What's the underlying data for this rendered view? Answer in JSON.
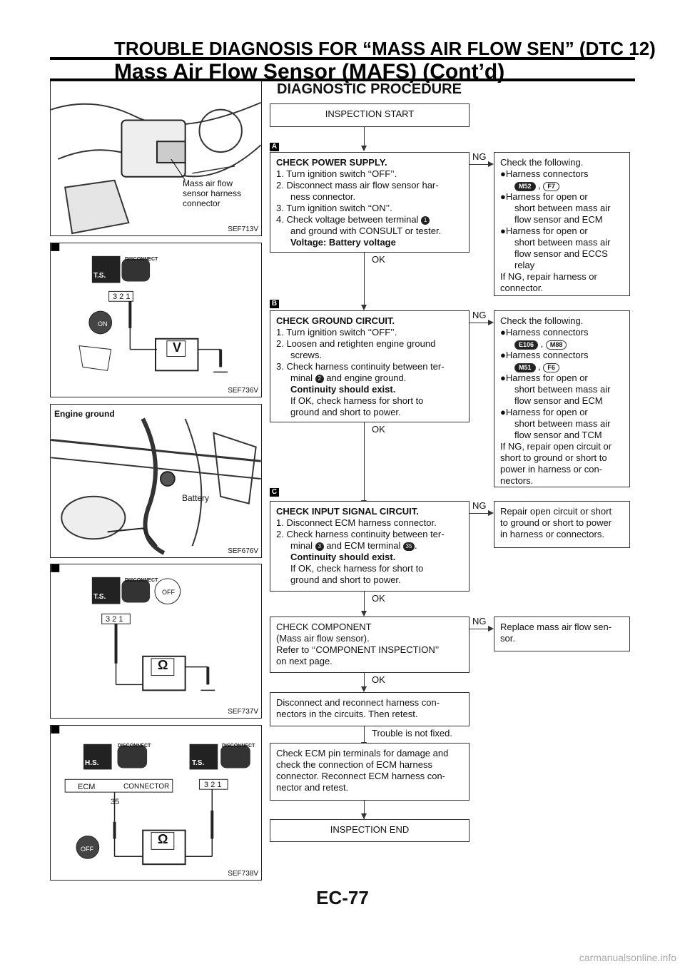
{
  "header": {
    "line1": "TROUBLE DIAGNOSIS FOR “MASS AIR FLOW SEN” (DTC 12)",
    "line2": "Mass Air Flow Sensor (MAFS) (Cont’d)"
  },
  "section_title": "DIAGNOSTIC PROCEDURE",
  "figures": {
    "f1": {
      "label": "SEF713V",
      "callout": [
        "Mass air flow",
        "sensor harness",
        "connector"
      ]
    },
    "f2": {
      "label": "SEF736V",
      "ts": "T.S.",
      "disconnect": "DISCONNECT",
      "pins": "3 2 1",
      "on": "ON",
      "meter": "V"
    },
    "f3": {
      "label": "SEF676V",
      "engine_ground": "Engine ground",
      "battery": "Battery"
    },
    "f4": {
      "label": "SEF737V",
      "ts": "T.S.",
      "disconnect": "DISCONNECT",
      "pins": "3 2 1",
      "off": "OFF",
      "meter": "Ω"
    },
    "f5": {
      "label": "SEF738V",
      "hs": "H.S.",
      "ts": "T.S.",
      "disconnect": "DISCONNECT",
      "ecm": "ECM",
      "connector": "CONNECTOR",
      "pin": "35",
      "pins": "3 2 1",
      "off": "OFF",
      "meter": "Ω"
    }
  },
  "markers": {
    "a": "A",
    "b": "B",
    "c": "C"
  },
  "flow": {
    "start": "INSPECTION START",
    "step1": {
      "title": "CHECK POWER SUPPLY.",
      "l1": "1. Turn ignition switch ‘‘OFF’’.",
      "l2a": "2. Disconnect mass air flow sensor har-",
      "l2b": "ness connector.",
      "l3": "3. Turn ignition switch ‘‘ON’’.",
      "l4a": "4. Check voltage between terminal",
      "t1": "1",
      "l4b": "and ground with CONSULT or tester.",
      "l4c": "Voltage: Battery voltage"
    },
    "ng1": {
      "l1": "Check the following.",
      "l2": "Harness connectors",
      "c1": "M52",
      "c2": "F7",
      "l3a": "Harness for open or",
      "l3b": "short between mass air",
      "l3c": "flow sensor and ECM",
      "l4a": "Harness for open or",
      "l4b": "short between mass air",
      "l4c": "flow sensor and ECCS",
      "l4d": "relay",
      "l5a": "If NG, repair harness or",
      "l5b": "connector."
    },
    "step2": {
      "title": "CHECK GROUND CIRCUIT.",
      "l1": "1. Turn ignition switch ‘‘OFF’’.",
      "l2a": "2. Loosen and retighten engine ground",
      "l2b": "screws.",
      "l3a": "3. Check harness continuity between ter-",
      "l3b1": "minal",
      "t2": "2",
      "l3b2": "and engine ground.",
      "l3c": "Continuity should exist.",
      "l3d": "If OK, check harness for short to",
      "l3e": "ground and short to power."
    },
    "ng2": {
      "l1": "Check the following.",
      "l2": "Harness connectors",
      "c1": "E106",
      "c2": "M88",
      "l3": "Harness connectors",
      "c3": "M51",
      "c4": "F6",
      "l4a": "Harness for open or",
      "l4b": "short between mass air",
      "l4c": "flow sensor and ECM",
      "l5a": "Harness for open or",
      "l5b": "short between mass air",
      "l5c": "flow sensor and TCM",
      "l6a": "If NG, repair open circuit or",
      "l6b": "short to ground or short to",
      "l6c": "power in harness or con-",
      "l6d": "nectors."
    },
    "step3": {
      "title": "CHECK INPUT SIGNAL CIRCUIT.",
      "l1": "1. Disconnect ECM harness connector.",
      "l2a": "2. Check harness continuity between ter-",
      "l2b1": "minal",
      "t3": "3",
      "l2b2": "and ECM terminal",
      "t35": "35",
      "l2b3": ".",
      "l2c": "Continuity should exist.",
      "l2d": "If OK, check harness for short to",
      "l2e": "ground and short to power."
    },
    "ng3": {
      "l1": "Repair open circuit or short",
      "l2": "to ground or short to power",
      "l3": "in harness or connectors."
    },
    "step4": {
      "l1": "CHECK COMPONENT",
      "l2": "(Mass air flow sensor).",
      "l3": "Refer to ‘‘COMPONENT INSPECTION’’",
      "l4": "on next page."
    },
    "ng4": {
      "l1": "Replace mass air flow sen-",
      "l2": "sor."
    },
    "step5": {
      "l1": "Disconnect and reconnect harness con-",
      "l2": "nectors in the circuits. Then retest."
    },
    "not_fixed": "Trouble is not fixed.",
    "step6": {
      "l1": "Check ECM pin terminals for damage and",
      "l2": "check the connection of ECM harness",
      "l3": "connector. Reconnect ECM harness con-",
      "l4": "nector and retest."
    },
    "end": "INSPECTION END",
    "ok": "OK",
    "ng": "NG",
    "bullet": "●"
  },
  "page_number": "EC-77",
  "site": "carmanualsonline.info"
}
